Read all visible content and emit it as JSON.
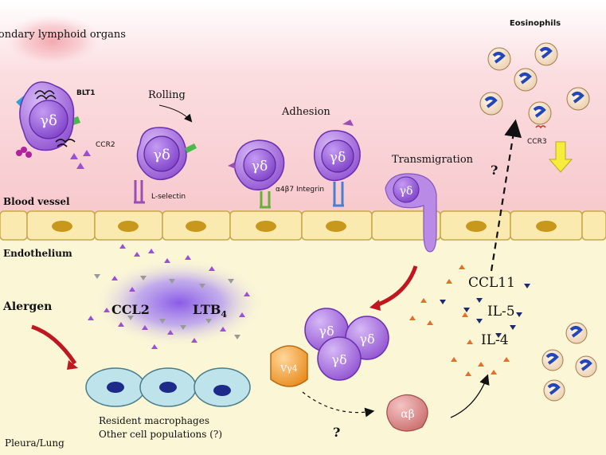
{
  "regions": {
    "secondary_lymphoid": "Secondary lymphoid organs",
    "blood_vessel": "Blood vessel",
    "endothelium": "Endothelium",
    "alergen": "Alergen",
    "pleura_lung": "Pleura/Lung"
  },
  "steps": {
    "rolling": "Rolling",
    "adhesion": "Adhesion",
    "transmigration": "Transmigration"
  },
  "receptors": {
    "blt1": "BLT1",
    "ccr2": "CCR2",
    "l_selectin": "L-selectin",
    "integrin": "α4β7 Integrin",
    "ccr3": "CCR3"
  },
  "cells": {
    "gamma_delta": "γδ",
    "vgamma4": "Vγ4",
    "alpha_beta": "αβ",
    "eosinophils": "Eosinophils"
  },
  "mediators": {
    "ccl2": "CCL2",
    "ltb4": "LTB",
    "ltb4_sub": "4",
    "ccl11": "CCL11",
    "il5": "IL-5",
    "il4": "IL-4"
  },
  "macrophages": {
    "line1": "Resident macrophages",
    "line2": "Other cell populations (?)"
  },
  "question_mark": "?",
  "colors": {
    "blood_top": "#f6c8cc",
    "tissue": "#fbf6d6",
    "endothelial_cell": "#fbeab0",
    "nucleus": "#c8981c",
    "gd_cell": "#9b59d6",
    "vg4_cell": "#f2a23a",
    "ab_cell": "#d98888",
    "macrophage": "#bfe3ea",
    "eosinophil": "#f6e4c8",
    "eos_nucleus": "#2346b8"
  }
}
